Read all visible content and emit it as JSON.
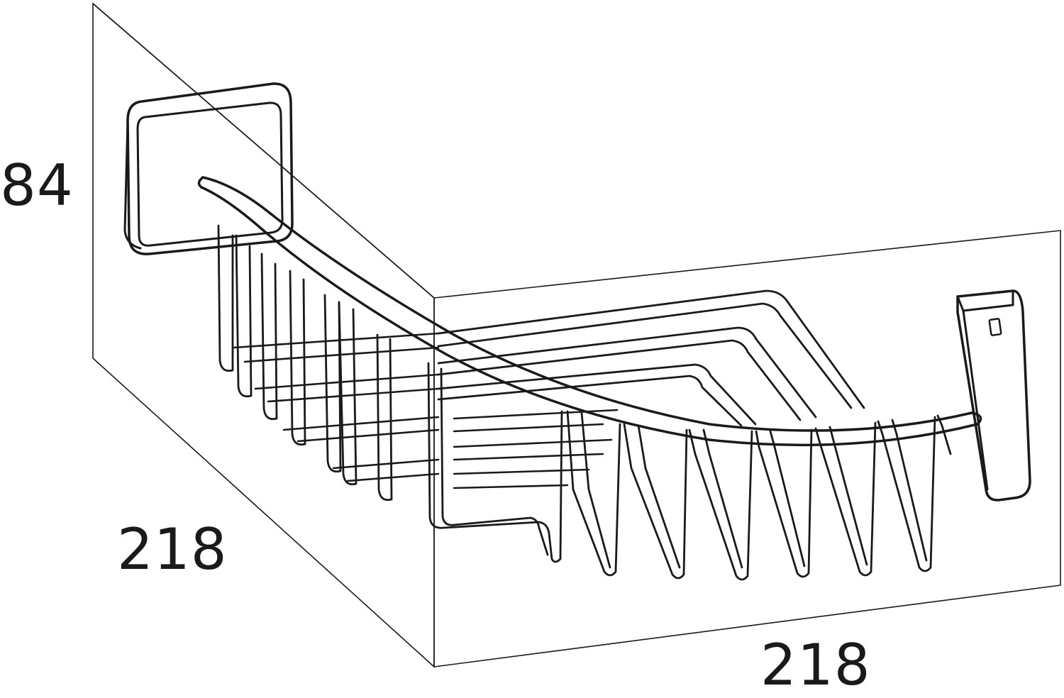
{
  "dimensions": {
    "height": "84",
    "depth": "218",
    "width": "218"
  },
  "colors": {
    "line": "#1a1a1a",
    "background": "#ffffff"
  }
}
